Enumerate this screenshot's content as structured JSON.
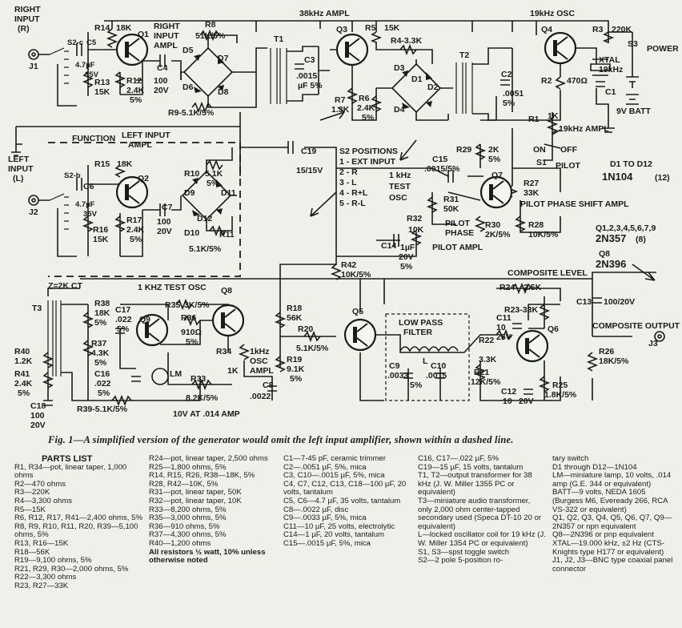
{
  "labels": {
    "right_input": "RIGHT",
    "right_input2": "INPUT",
    "right_input3": "(R)",
    "j1": "J1",
    "s2c": "S2-c",
    "c5": "C5",
    "c5v": "4.7µF",
    "c5v2": "35V",
    "r14": "R14",
    "r14v": "18K",
    "q1": "Q1",
    "right_amp": "RIGHT",
    "right_amp2": "INPUT",
    "right_amp3": "AMPL",
    "r8": "R8",
    "r8v": "51K/5%",
    "c4": "C4",
    "c4v": "100",
    "c4v2": "20V",
    "r13": "R13",
    "r13v": "15K",
    "r12": "R12",
    "r12v": "2.4K",
    "r12v2": "5%",
    "d5": "D5",
    "d6": "D6",
    "d7": "D7",
    "d8": "D8",
    "r9": "R9-5.1K/5%",
    "t1": "T1",
    "c3": "C3",
    "c3v": ".0015",
    "c3v2": "µF 5%",
    "amp38": "38kHz AMPL",
    "q3": "Q3",
    "r5": "R5",
    "r5v": "15K",
    "r4": "R4-3.3K",
    "d1": "D1",
    "d2": "D2",
    "d3": "D3",
    "d4": "D4",
    "r7": "R7",
    "r7v": "1.3K",
    "r6": "R6",
    "r6v": "2.4K",
    "r6v2": "5%",
    "t2": "T2",
    "c2": "C2",
    "c2v": ".0051",
    "c2v2": "5%",
    "osc19": "19kHz OSC",
    "q4": "Q4",
    "r3": "R3",
    "r3v": "220K",
    "s3": "S3",
    "power": "POWER",
    "xtal": "XTAL",
    "xtal2": "19kHz",
    "r2": "R2",
    "r2v": "470Ω",
    "c1": "C1",
    "batt": "9V BATT",
    "r1": "R1",
    "r1v": "1K",
    "amp19": "19kHz AMPL",
    "on": "ON",
    "off": "OFF",
    "s1": "S1",
    "pilot": "PILOT",
    "function": "FUNCTION",
    "left_amp": "LEFT INPUT",
    "left_amp2": "AMPL",
    "c19": "C19",
    "c19v": "15/15V",
    "s2pos": "S2 POSITIONS",
    "s2p1": "1 - EXT INPUT",
    "s2p2": "2 - R",
    "s2p3": "3 - L",
    "s2p4": "4 - R+L",
    "s2p5": "5 - R-L",
    "test1": "1 kHz",
    "test2": "TEST",
    "test3": "OSC",
    "r29": "R29",
    "r29v": "2K",
    "r29v2": "5%",
    "c15": "C15",
    "c15v": ".0015/5%",
    "q7": "Q7",
    "r27": "R27",
    "r27v": "33K",
    "pps": "PILOT PHASE SHIFT AMPL",
    "d1d12": "D1 TO D12",
    "in104": "1N104",
    "in104n": "(12)",
    "left_input": "LEFT",
    "left_input2": "INPUT",
    "left_input3": "(L)",
    "j2": "J2",
    "s2b": "S2-b",
    "c6": "C6",
    "c6v": "4.7µF",
    "c6v2": "35V",
    "r15": "R15",
    "r15v": "18K",
    "q2": "Q2",
    "r16": "R16",
    "r16v": "15K",
    "r17": "R17",
    "r17v": "2.4K",
    "r17v2": "5%",
    "c7": "C7",
    "c7v": "100",
    "c7v2": "20V",
    "r10": "R10",
    "r10v": "5.1K",
    "r10v2": "5%",
    "d9": "D9",
    "d10": "D10",
    "d11": "D11",
    "d12": "D12",
    "r11": "R11",
    "r11v": "5.1K/5%",
    "r31": "R31",
    "r31v": "50K",
    "pilot_phase": "PILOT",
    "pilot_phase2": "PHASE",
    "r30": "R30",
    "r30v": "2K/5%",
    "r28": "R28",
    "r28v": "10K/5%",
    "r32": "R32",
    "r32v": "10K",
    "c14": "C14",
    "c14v": "1µF",
    "c14v2": "20V",
    "c14v3": "5%",
    "pilot_ampl": "PILOT AMPL",
    "qlist": "Q1,2,3,4,5,6,7,9",
    "q2n357": "2N357",
    "q2n357n": "(8)",
    "q8lbl": "Q8",
    "q2n396": "2N396",
    "r42": "R42",
    "r42v": "10K/5%",
    "composite_level": "COMPOSITE LEVEL",
    "r24": "R24",
    "r24v": "2.5K",
    "c13": "C13",
    "c13v": "100/20V",
    "z2k": "Z=2K CT",
    "t3": "T3",
    "osc1k": "1 KHZ TEST OSC",
    "q8": "Q8",
    "r38": "R38",
    "r38v": "18K",
    "r38v2": "5%",
    "c17": "C17",
    "c17v": ".022",
    "c17v2": "5%",
    "q9": "Q9",
    "r35": "R35",
    "r35v": "3K/5%",
    "r36": "R36",
    "r36v": "910Ω",
    "r36v2": "5%",
    "r37": "R37",
    "r37v": "4.3K",
    "r37v2": "5%",
    "r34": "R34",
    "r34v": "1K",
    "osc_amp": "1kHz",
    "osc_amp2": "OSC",
    "osc_amp3": "AMPL",
    "r18": "R18",
    "r18v": "56K",
    "q5": "Q5",
    "lpf": "LOW PASS",
    "lpf2": "FILTER",
    "r23": "R23-33K",
    "c11": "C11",
    "c11v": "10",
    "c11v2": "25V",
    "q6": "Q6",
    "composite_out": "COMPOSITE OUTPUT",
    "j3": "J3",
    "r40": "R40",
    "r40v": "1.2K",
    "r41": "R41",
    "r41v": "2.4K",
    "r41v2": "5%",
    "c16": "C16",
    "c16v": ".022",
    "c16v2": "5%",
    "lm": "LM",
    "r33": "R33",
    "r33v": "8.2K/5%",
    "lamp": "10V AT .014 AMP",
    "c8": "C8",
    "c8v": ".0022",
    "r20": "R20",
    "r20v": "5.1K/5%",
    "r19": "R19",
    "r19v": "9.1K",
    "r19v2": "5%",
    "c9": "C9",
    "c9v": ".0033",
    "c10": "C10",
    "c10v": ".0015",
    "c10v2": "5%",
    "l": "L",
    "r22": "R22",
    "r22v": "3.3K",
    "r21": "R21",
    "r21v": "12K/5%",
    "c12": "C12",
    "c12v": "10",
    "c12v2": "20V",
    "r25": "R25",
    "r25v": "1.8K/5%",
    "r26": "R26",
    "r26v": "18K/5%",
    "c18": "C18",
    "c18v": "100",
    "c18v2": "20V",
    "r39": "R39-5.1K/5%"
  },
  "caption": "Fig. 1—A simplified version of the generator would omit the left input amplifier, shown within a dashed line.",
  "parts_list": {
    "title": "PARTS LIST",
    "columns": [
      [
        "R1, R34—pot, linear taper, 1,000 ohms",
        "R2—470 ohms",
        "R3—220K",
        "R4—3,300 ohms",
        "R5—15K",
        "R6, R12, R17, R41—2,400 ohms, 5%",
        "R8, R9, R10, R11, R20, R39—5,100 ohms, 5%",
        "R13, R16—15K",
        "R18—56K",
        "R19—9,100 ohms, 5%",
        "R21, R29, R30—2,000 ohms, 5%",
        "R22—3,300 ohms",
        "R23, R27—33K"
      ],
      [
        "R24—pot, linear taper, 2,500 ohms",
        "R25—1,800 ohms, 5%",
        "R14, R15, R26, R38—18K, 5%",
        "R28, R42—10K, 5%",
        "R31—pot, linear taper, 50K",
        "R32—pot, linear taper, 10K",
        "R33—8,200 ohms, 5%",
        "R35—3,000 ohms, 5%",
        "R36—910 ohms, 5%",
        "R37—4,300 ohms, 5%",
        "R40—1,200 ohms",
        "All resistors ½ watt, 10% unless otherwise noted"
      ],
      [
        "C1—7-45 pF, ceramic trimmer",
        "C2—.0051 µF, 5%, mica",
        "C3, C10—.0015 µF, 5%, mica",
        "C4, C7, C12, C13, C18—100 µF, 20 volts, tantalum",
        "C5, C6—4.7 µF, 35 volts, tantalum",
        "C8—.0022 µF, disc",
        "C9—.0033 µF, 5%, mica",
        "C11—10 µF, 25 volts, electrolytic",
        "C14—1 µF, 20 volts, tantalum",
        "C15—.0015 µF, 5%, mica"
      ],
      [
        "C16, C17—.022 µF, 5%",
        "C19—15 µF, 15 volts, tantalum",
        "T1, T2—output transformer for 38 kHz (J. W. Miller 1355 PC or equivalent)",
        "T3—miniature audio transformer, only 2,000 ohm center-tapped secondary used (Speca DT-10 20 or equivalent)",
        "L—locked oscillator coil for 19 kHz (J. W. Miller 1354 PC or equivalent)",
        "S1, S3—spst toggle switch",
        "S2—2 pole 5-position ro-"
      ],
      [
        "tary switch",
        "D1 through D12—1N104",
        "LM—miniature lamp, 10 volts, .014 amp (G.E. 344 or equivalent)",
        "BATT—9 volts, NEDA 1605 (Burgess M6, Eveready 266, RCA VS-322 or equivalent)",
        "Q1, Q2, Q3, Q4, Q5, Q6, Q7, Q9—2N357 or npn equivalent",
        "Q8—2N396 or pnp equivalent",
        "XTAL—19.000 kHz, ±2 Hz (CTS-Knights type H177 or equivalent)",
        "J1, J2, J3—BNC type coaxial panel connector"
      ]
    ]
  }
}
